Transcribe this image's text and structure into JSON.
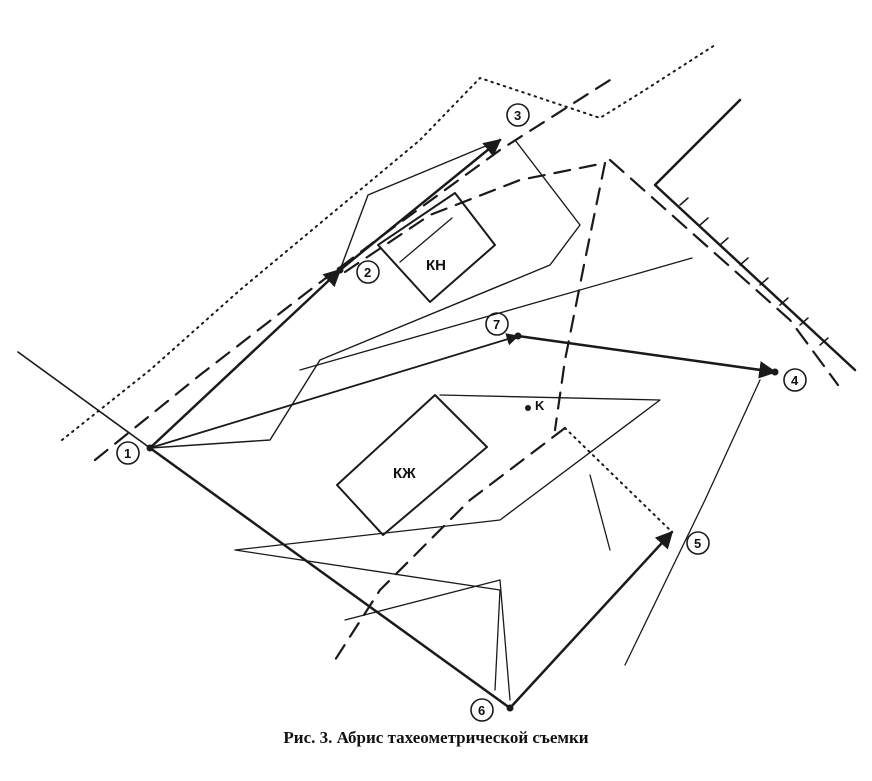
{
  "caption": "Рис. 3. Абрис тахеометрической съемки",
  "stations": [
    "1",
    "2",
    "3",
    "4",
    "5",
    "6",
    "7"
  ],
  "buildings": {
    "kn": "КН",
    "kzh": "КЖ"
  },
  "point_k": "K"
}
